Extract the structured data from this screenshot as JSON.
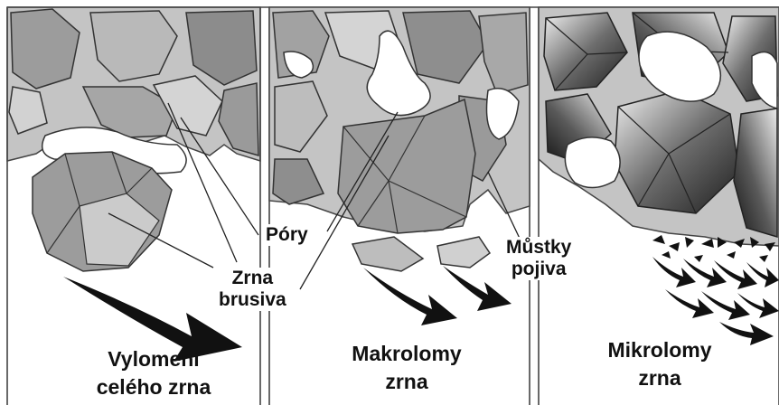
{
  "colors": {
    "frame": "#444444",
    "grain_fill": "#9c9c9c",
    "grain_light": "#cfcfcf",
    "bond_fill": "#c4c4c4",
    "pore_fill": "#ffffff",
    "arrow_fill": "#111111",
    "dark_grain_fill": "#4a4a4a"
  },
  "labels": {
    "pory": "Póry",
    "zrna_line1": "Zrna",
    "zrna_line2": "brusiva",
    "mustky_line1": "Můstky",
    "mustky_line2": "pojiva"
  },
  "panels": [
    {
      "caption_line1": "Vylomení",
      "caption_line2": "celého zrna"
    },
    {
      "caption_line1": "Makrolomy",
      "caption_line2": "zrna"
    },
    {
      "caption_line1": "Mikrolomy",
      "caption_line2": "zrna"
    }
  ]
}
